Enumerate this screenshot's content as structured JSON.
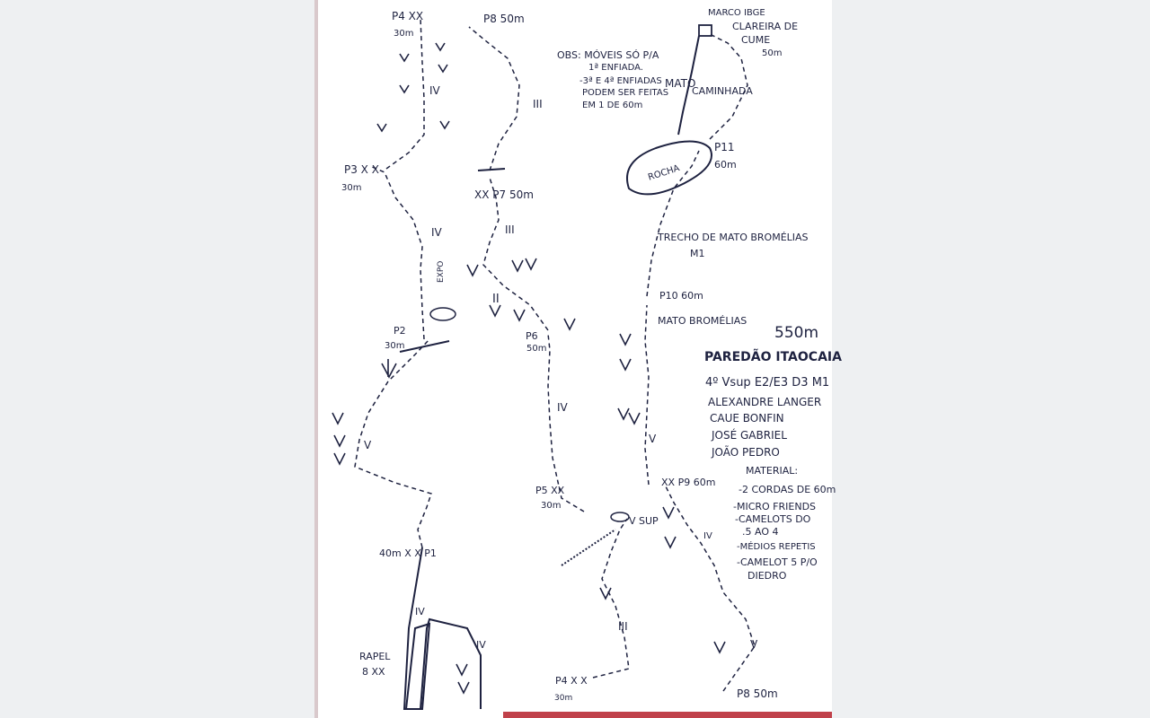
{
  "labels": {
    "p4_top": "P4 XX",
    "p4_top_len": "30m",
    "p8_top": "P8 50m",
    "marco": "MARCO IBGE",
    "clareira": "CLAREIRA DE",
    "cume": "CUME",
    "cume_len": "50m",
    "obs1": "OBS: MÓVEIS SÓ P/A",
    "obs2": "1ª ENFIADA.",
    "obs3": "-3ª E 4ª ENFIADAS",
    "obs4": "PODEM SER FEITAS",
    "obs5": "EM 1 DE 60m",
    "mato": "MATO",
    "caminhada": "CAMINHADA",
    "p11": "P11",
    "p11_len": "60m",
    "rocha": "ROCHA",
    "grade_iv_a": "IV",
    "grade_iii_a": "III",
    "p3": "P3 X X",
    "p3_len": "30m",
    "p7": "XX P7 50m",
    "grade_iv_b": "IV",
    "grade_iii_b": "III",
    "trecho1": "TRECHO DE MATO BROMÉLIAS",
    "trecho2": "M1",
    "expo": "EXPO",
    "grade_ii": "II",
    "p10": "P10 60m",
    "mato_brom": "MATO BROMÉLIAS",
    "p2": "P2",
    "p2_len": "30m",
    "p6": "P6",
    "p6_len": "50m",
    "total": "550m",
    "title": "PAREDÃO ITAOCAIA",
    "grade_line": "4º Vsup E2/E3 D3 M1",
    "climbers": [
      "ALEXANDRE LANGER",
      "CAUE BONFIN",
      "JOSÉ GABRIEL",
      "JOÃO PEDRO"
    ],
    "grade_iv_c": "IV",
    "grade_v_a": "V",
    "grade_v_b": "V",
    "material_title": "MATERIAL:",
    "material": [
      "-2 CORDAS DE 60m",
      "-MICRO FRIENDS",
      "-CAMELOTS DO",
      ".5 AO 4",
      "-MÉDIOS REPETIS",
      "-CAMELOT 5 P/O",
      "DIEDRO"
    ],
    "p5": "P5 XX",
    "p5_len": "30m",
    "vsup": "V SUP",
    "p9": "XX P9 60m",
    "p1": "40m X X P1",
    "grade_iv_d": "IV",
    "grade_iv_e": "IV",
    "grade_iv_f": "IV",
    "grade_iii_c": "III",
    "grade_v_c": "V",
    "rapel": "RAPEL",
    "rapel_x": "8 XX",
    "p4_bot": "P4 X X",
    "p4_bot_len": "30m",
    "p8_bot": "P8 50m"
  }
}
